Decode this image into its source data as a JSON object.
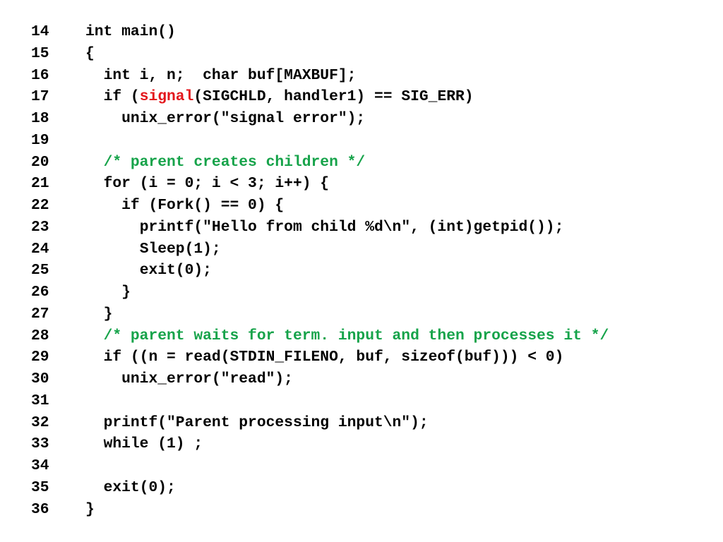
{
  "colors": {
    "text": "#000000",
    "keyword": "#e3161c",
    "comment": "#16a34a"
  },
  "lines": [
    {
      "num": "14",
      "indent": "",
      "segments": [
        {
          "text": "int main()",
          "role": "code"
        }
      ]
    },
    {
      "num": "15",
      "indent": "",
      "segments": [
        {
          "text": "{",
          "role": "code"
        }
      ]
    },
    {
      "num": "16",
      "indent": "  ",
      "segments": [
        {
          "text": "int i, n;  char buf[MAXBUF];",
          "role": "code"
        }
      ]
    },
    {
      "num": "17",
      "indent": "  ",
      "segments": [
        {
          "text": "if (",
          "role": "code"
        },
        {
          "text": "signal",
          "role": "keyword"
        },
        {
          "text": "(SIGCHLD, handler1) == SIG_ERR)",
          "role": "code"
        }
      ]
    },
    {
      "num": "18",
      "indent": "    ",
      "segments": [
        {
          "text": "unix_error(\"signal error\");",
          "role": "code"
        }
      ]
    },
    {
      "num": "19",
      "indent": "",
      "segments": []
    },
    {
      "num": "20",
      "indent": "  ",
      "segments": [
        {
          "text": "/* parent creates children */",
          "role": "comment"
        }
      ]
    },
    {
      "num": "21",
      "indent": "  ",
      "segments": [
        {
          "text": "for (i = 0; i < 3; i++) {",
          "role": "code"
        }
      ]
    },
    {
      "num": "22",
      "indent": "    ",
      "segments": [
        {
          "text": "if (Fork() == 0) {",
          "role": "code"
        }
      ]
    },
    {
      "num": "23",
      "indent": "      ",
      "segments": [
        {
          "text": "printf(\"Hello from child %d\\n\", (int)getpid());",
          "role": "code"
        }
      ]
    },
    {
      "num": "24",
      "indent": "      ",
      "segments": [
        {
          "text": "Sleep(1);",
          "role": "code"
        }
      ]
    },
    {
      "num": "25",
      "indent": "      ",
      "segments": [
        {
          "text": "exit(0);",
          "role": "code"
        }
      ]
    },
    {
      "num": "26",
      "indent": "    ",
      "segments": [
        {
          "text": "}",
          "role": "code"
        }
      ]
    },
    {
      "num": "27",
      "indent": "  ",
      "segments": [
        {
          "text": "}",
          "role": "code"
        }
      ]
    },
    {
      "num": "28",
      "indent": "  ",
      "segments": [
        {
          "text": "/* parent waits for term. input and then processes it */",
          "role": "comment"
        }
      ]
    },
    {
      "num": "29",
      "indent": "  ",
      "segments": [
        {
          "text": "if ((n = read(STDIN_FILENO, buf, sizeof(buf))) < 0)",
          "role": "code"
        }
      ]
    },
    {
      "num": "30",
      "indent": "    ",
      "segments": [
        {
          "text": "unix_error(\"read\");",
          "role": "code"
        }
      ]
    },
    {
      "num": "31",
      "indent": "",
      "segments": []
    },
    {
      "num": "32",
      "indent": "  ",
      "segments": [
        {
          "text": "printf(\"Parent processing input\\n\");",
          "role": "code"
        }
      ]
    },
    {
      "num": "33",
      "indent": "  ",
      "segments": [
        {
          "text": "while (1) ;",
          "role": "code"
        }
      ]
    },
    {
      "num": "34",
      "indent": "",
      "segments": []
    },
    {
      "num": "35",
      "indent": "  ",
      "segments": [
        {
          "text": "exit(0);",
          "role": "code"
        }
      ]
    },
    {
      "num": "36",
      "indent": "",
      "segments": [
        {
          "text": "}",
          "role": "code"
        }
      ]
    }
  ]
}
